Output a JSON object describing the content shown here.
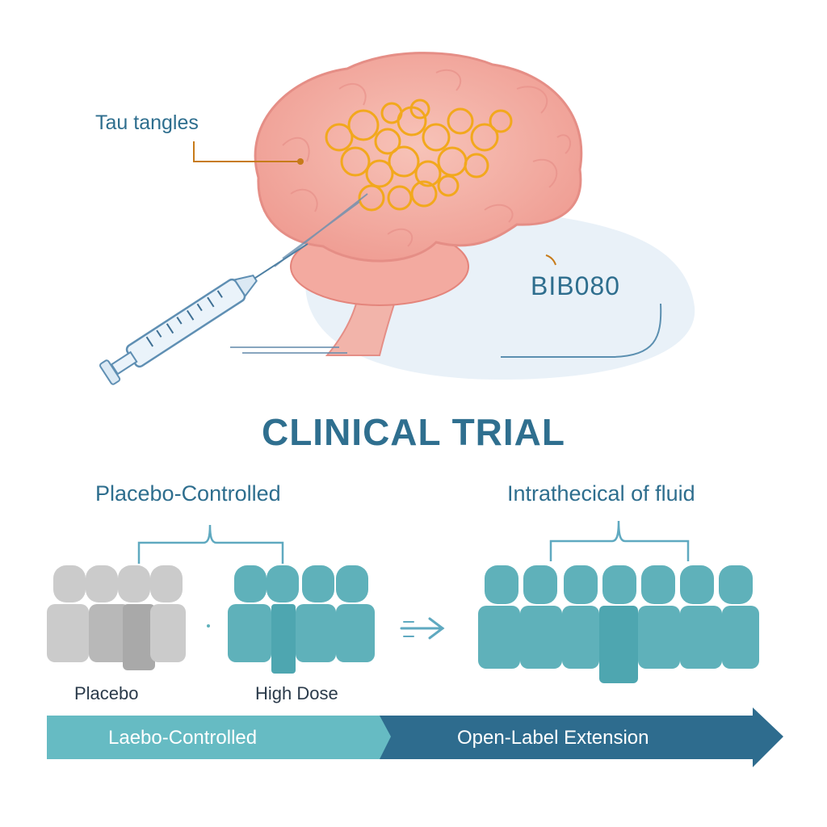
{
  "title": "CLINICAL TRIAL",
  "annotations": {
    "tau_label": "Tau tangles",
    "drug_label": "BIB080"
  },
  "trial": {
    "left_group_label": "Placebo-Controlled",
    "right_group_label": "Intrathecical of fluid",
    "placebo_label": "Placebo",
    "high_dose_label": "High Dose"
  },
  "timeline": {
    "phase1": "Laebo-Controlled",
    "phase2": "Open-Label Extension"
  },
  "colors": {
    "title": "#2f6f8f",
    "teal": "#5fb4bd",
    "dark_blue": "#3a6f90",
    "placebo_gray": "#c8c8c8",
    "brain_pink": "#f4b3a8",
    "tangle_orange": "#f2a81d"
  }
}
